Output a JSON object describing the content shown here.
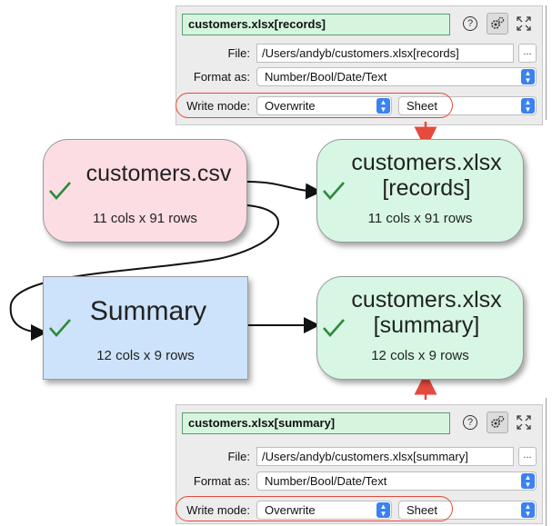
{
  "colors": {
    "input_node": "#fddde4",
    "output_node": "#d7f7e4",
    "transform_node": "#cde3fb",
    "name_field": "#d6f5de",
    "highlight": "#e64a3c",
    "check": "#2e8a3a",
    "select_arrow": "#3b82f0"
  },
  "top_panel": {
    "name": "customers.xlsx[records]",
    "file_label": "File:",
    "file_value": "/Users/andyb/customers.xlsx[records]",
    "browse_label": "...",
    "format_label": "Format as:",
    "format_value": "Number/Bool/Date/Text",
    "write_mode_label": "Write mode:",
    "write_mode_value": "Overwrite",
    "target_value": "Sheet",
    "help_icon": "?"
  },
  "bottom_panel": {
    "name": "customers.xlsx[summary]",
    "file_label": "File:",
    "file_value": "/Users/andyb/customers.xlsx[summary]",
    "browse_label": "...",
    "format_label": "Format as:",
    "format_value": "Number/Bool/Date/Text",
    "write_mode_label": "Write mode:",
    "write_mode_value": "Overwrite",
    "target_value": "Sheet",
    "help_icon": "?"
  },
  "nodes": {
    "csv": {
      "title": "customers.csv",
      "sub": "11 cols x 91 rows"
    },
    "records": {
      "title_line1": "customers.xlsx",
      "title_line2": "[records]",
      "sub": "11 cols x 91 rows"
    },
    "summary": {
      "title": "Summary",
      "sub": "12 cols x 9 rows"
    },
    "summary_out": {
      "title_line1": "customers.xlsx",
      "title_line2": "[summary]",
      "sub": "12 cols x 9 rows"
    }
  }
}
